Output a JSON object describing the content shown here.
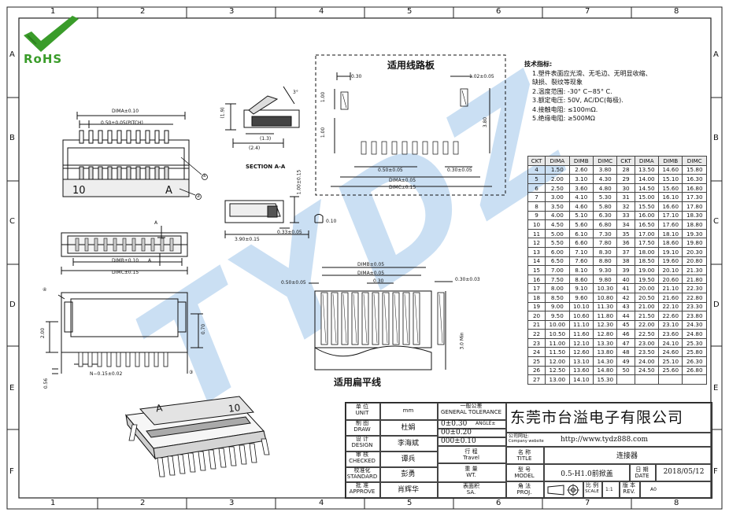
{
  "border": {
    "top_numbers": [
      "1",
      "2",
      "3",
      "4",
      "5",
      "6",
      "7",
      "8"
    ],
    "bottom_numbers": [
      "1",
      "2",
      "3",
      "4",
      "5",
      "6",
      "7",
      "8"
    ],
    "left_letters": [
      "A",
      "B",
      "C",
      "D",
      "E",
      "F"
    ],
    "right_letters": [
      "A",
      "B",
      "C",
      "D",
      "E",
      "F"
    ]
  },
  "logo": {
    "text": "RoHS"
  },
  "watermark": {
    "text": "TYDZ"
  },
  "drawing": {
    "section_label": "SECTION A-A",
    "pcb_layout_title": "适用线路板",
    "fpc_title": "适用扁平线",
    "dims": {
      "dima_010": "DIMA±0.10",
      "pitch": "0.50±0.05(PITCH)",
      "dimb_010": "DIMB±0.10",
      "dimc_015": "DIMC±0.15",
      "dim_19": "(1.9)",
      "dim_13": "(1.3)",
      "dim_24": "(2.4)",
      "dim_10_015": "1.00±0.15",
      "dim_390": "3.90±0.15",
      "dim_033": "0.33±0.05",
      "dim_010": "0.10",
      "dim_200": "2.00",
      "dim_070": "0.70",
      "dim_056": "0.56",
      "n_pitch": "N−0.15±0.02",
      "pcb_030": "0.30",
      "pcb_100a": "1.00",
      "pcb_100b": "1.00",
      "pcb_102": "1.02±0.05",
      "pcb_380": "3.80",
      "pcb_050": "0.50±0.05",
      "pcb_030b": "0.30±0.05",
      "pcb_dima": "DIMA±0.05",
      "pcb_dimc": "DIMC±0.15",
      "fpc_dimb": "DIMB±0.05",
      "fpc_dima": "DIMA±0.05",
      "fpc_050": "0.50±0.05",
      "fpc_030": "0.30",
      "fpc_030b": "0.30±0.03",
      "fpc_30min": "3.0 Min",
      "arrow_a": "A",
      "pin_10": "10",
      "pin_a": "A",
      "angle_3": "3°",
      "circle_1": "①",
      "circle_2": "②",
      "circle_3": "③",
      "circle_4": "④"
    }
  },
  "tech_notes": {
    "title": "技术指标:",
    "items": [
      "1.塑件表面应光滑、无毛边、无明显收缩、",
      "  缺损、裂纹等现象",
      "2.温度范围: -30° C~85° C.",
      "3.额定电压: 50V, AC/DC(每极).",
      "4.接触电阻: ≤100mΩ.",
      "5.绝缘电阻: ≥500MΩ"
    ]
  },
  "spec_table": {
    "headers": [
      "CKT",
      "DIMA",
      "DIMB",
      "DIMC",
      "CKT",
      "DIMA",
      "DIMB",
      "DIMC"
    ],
    "rows": [
      [
        "4",
        "1.50",
        "2.60",
        "3.80",
        "28",
        "13.50",
        "14.60",
        "15.80"
      ],
      [
        "5",
        "2.00",
        "3.10",
        "4.30",
        "29",
        "14.00",
        "15.10",
        "16.30"
      ],
      [
        "6",
        "2.50",
        "3.60",
        "4.80",
        "30",
        "14.50",
        "15.60",
        "16.80"
      ],
      [
        "7",
        "3.00",
        "4.10",
        "5.30",
        "31",
        "15.00",
        "16.10",
        "17.30"
      ],
      [
        "8",
        "3.50",
        "4.60",
        "5.80",
        "32",
        "15.50",
        "16.60",
        "17.80"
      ],
      [
        "9",
        "4.00",
        "5.10",
        "6.30",
        "33",
        "16.00",
        "17.10",
        "18.30"
      ],
      [
        "10",
        "4.50",
        "5.60",
        "6.80",
        "34",
        "16.50",
        "17.60",
        "18.80"
      ],
      [
        "11",
        "5.00",
        "6.10",
        "7.30",
        "35",
        "17.00",
        "18.10",
        "19.30"
      ],
      [
        "12",
        "5.50",
        "6.60",
        "7.80",
        "36",
        "17.50",
        "18.60",
        "19.80"
      ],
      [
        "13",
        "6.00",
        "7.10",
        "8.30",
        "37",
        "18.00",
        "19.10",
        "20.30"
      ],
      [
        "14",
        "6.50",
        "7.60",
        "8.80",
        "38",
        "18.50",
        "19.60",
        "20.80"
      ],
      [
        "15",
        "7.00",
        "8.10",
        "9.30",
        "39",
        "19.00",
        "20.10",
        "21.30"
      ],
      [
        "16",
        "7.50",
        "8.60",
        "9.80",
        "40",
        "19.50",
        "20.60",
        "21.80"
      ],
      [
        "17",
        "8.00",
        "9.10",
        "10.30",
        "41",
        "20.00",
        "21.10",
        "22.30"
      ],
      [
        "18",
        "8.50",
        "9.60",
        "10.80",
        "42",
        "20.50",
        "21.60",
        "22.80"
      ],
      [
        "19",
        "9.00",
        "10.10",
        "11.30",
        "43",
        "21.00",
        "22.10",
        "23.30"
      ],
      [
        "20",
        "9.50",
        "10.60",
        "11.80",
        "44",
        "21.50",
        "22.60",
        "23.80"
      ],
      [
        "21",
        "10.00",
        "11.10",
        "12.30",
        "45",
        "22.00",
        "23.10",
        "24.30"
      ],
      [
        "22",
        "10.50",
        "11.60",
        "12.80",
        "46",
        "22.50",
        "23.60",
        "24.80"
      ],
      [
        "23",
        "11.00",
        "12.10",
        "13.30",
        "47",
        "23.00",
        "24.10",
        "25.30"
      ],
      [
        "24",
        "11.50",
        "12.60",
        "13.80",
        "48",
        "23.50",
        "24.60",
        "25.80"
      ],
      [
        "25",
        "12.00",
        "13.10",
        "14.30",
        "49",
        "24.00",
        "25.10",
        "26.30"
      ],
      [
        "26",
        "12.50",
        "13.60",
        "14.80",
        "50",
        "24.50",
        "25.60",
        "26.80"
      ],
      [
        "27",
        "13.00",
        "14.10",
        "15.30",
        "",
        "",
        "",
        ""
      ]
    ]
  },
  "title_block": {
    "unit_cn": "单 位",
    "unit_en": "UNIT",
    "unit_val": "mm",
    "tol_cn": "一般公差",
    "tol_en": "GENERAL TOLERANCE",
    "angle": "ANGLE±",
    "tol_1": "0±0.30",
    "tol_2": "00±0.20",
    "tol_3": "000±0.10",
    "draw_cn": "制 图",
    "draw_en": "DRAW",
    "draw_val": "杜娟",
    "design_cn": "设 计",
    "design_en": "DESIGN",
    "design_val": "李海斌",
    "checked_cn": "审 核",
    "checked_en": "CHECKED",
    "checked_val": "谭兵",
    "standard_cn": "校准化",
    "standard_en": "STANDARD",
    "standard_val": "彭勇",
    "approve_cn": "批 准",
    "approve_en": "APPROVE",
    "approve_val": "肖辉华",
    "travel_cn": "行 程",
    "travel_en": "Travel",
    "wt_cn": "重 量",
    "wt_en": "WT.",
    "sa_cn": "表面积",
    "sa_en": "SA.",
    "company": "东莞市台溢电子有限公司",
    "website_cn": "公司网址:",
    "website_en": "Company website",
    "website_val": "http://www.tydz888.com",
    "title_cn": "名 称",
    "title_en": "TITLE",
    "title_val": "连接器",
    "model_cn": "型 号",
    "model_en": "MODEL",
    "model_val": "0.5-H1.0前掀盖",
    "date_cn": "日 期",
    "date_en": "DATE",
    "date_val": "2018/05/12",
    "proj_cn": "角 法",
    "proj_en": "PROJ.",
    "scale_cn": "比 例",
    "scale_en": "SCALE",
    "scale_val": "1:1",
    "rev_cn": "版 本",
    "rev_en": "REV.",
    "rev_val": "A0"
  }
}
